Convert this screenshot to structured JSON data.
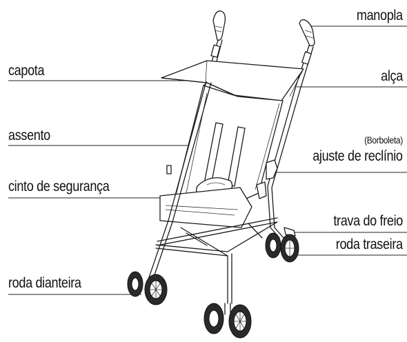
{
  "labels": {
    "manopla": "manopla",
    "capota": "capota",
    "alca": "alça",
    "assento": "assento",
    "borboleta": "(Borboleta)",
    "ajuste": "ajuste de reclínio",
    "cinto": "cinto de segurança",
    "trava": "trava do freio",
    "roda_traseira": "roda traseira",
    "roda_dianteira": "roda dianteira"
  }
}
